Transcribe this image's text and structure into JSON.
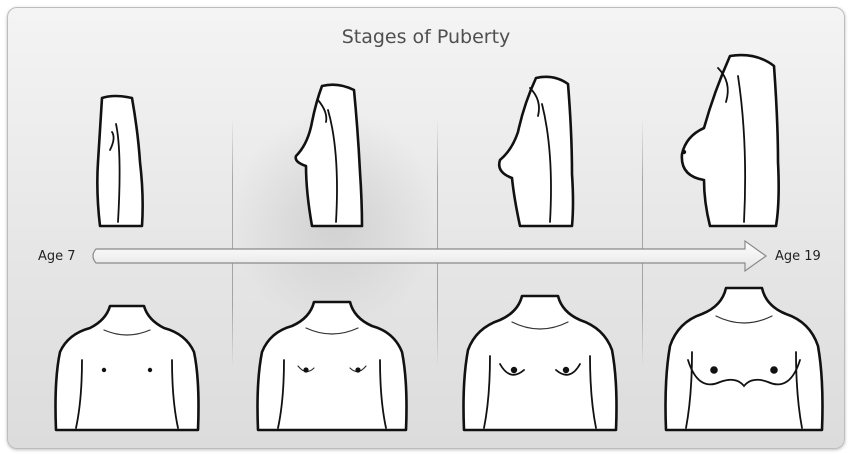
{
  "title": "Stages of Puberty",
  "timeline": {
    "start_label": "Age 7",
    "end_label": "Age 19"
  },
  "stages": [
    {
      "side_view": "flat-profile-silhouette",
      "front_view": "flat-chest-torso"
    },
    {
      "side_view": "budding-profile-silhouette",
      "front_view": "budding-chest-torso"
    },
    {
      "side_view": "developing-profile-silhouette",
      "front_view": "developing-chest-torso"
    },
    {
      "side_view": "mature-profile-silhouette",
      "front_view": "mature-chest-torso"
    }
  ]
}
